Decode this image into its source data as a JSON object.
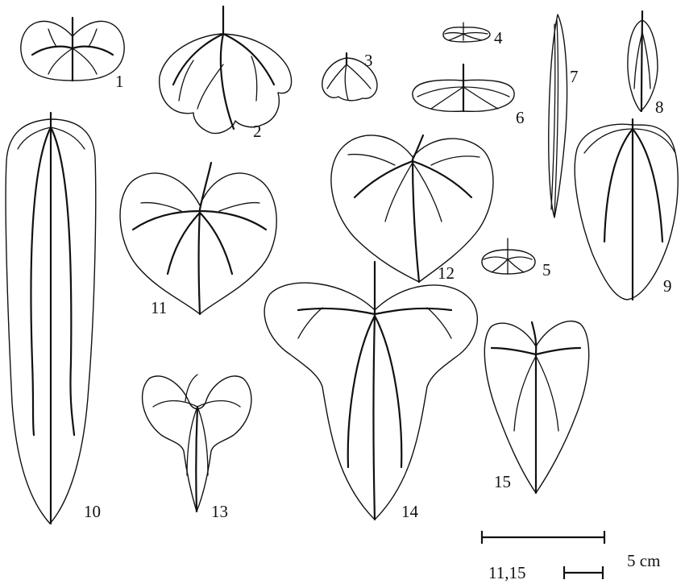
{
  "figure": {
    "leaf_labels": [
      "1",
      "2",
      "3",
      "4",
      "5",
      "6",
      "7",
      "8",
      "9",
      "10",
      "11",
      "12",
      "13",
      "14",
      "15"
    ],
    "scale_bars": [
      {
        "label": "5 cm"
      },
      {
        "label": "11,15"
      }
    ]
  }
}
